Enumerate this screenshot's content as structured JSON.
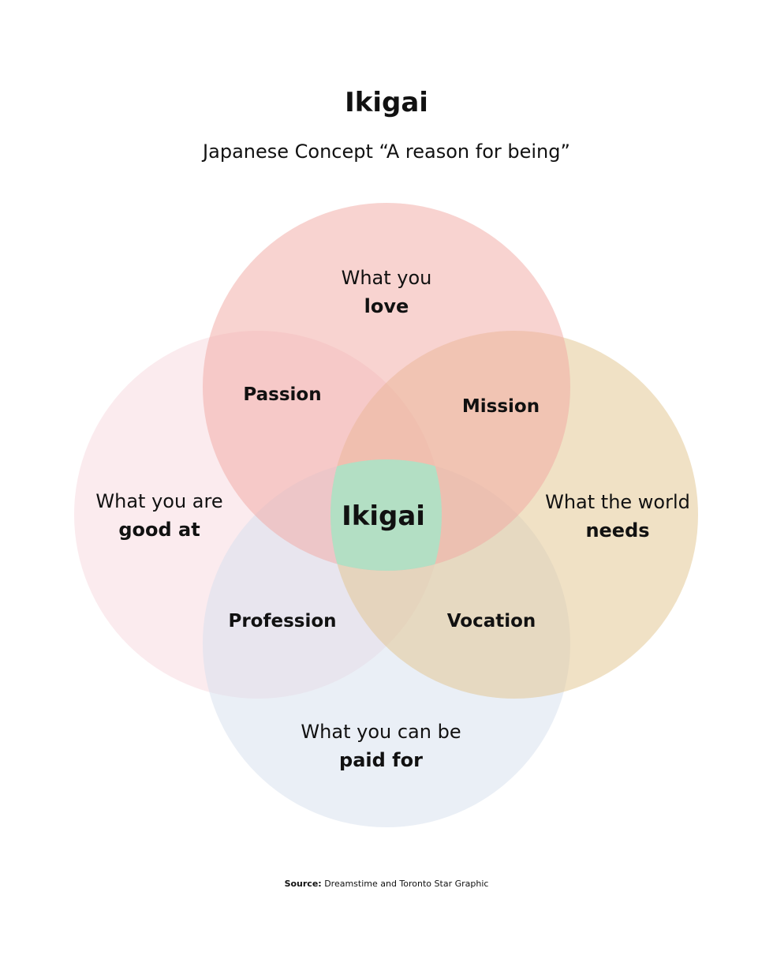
{
  "title": "Ikigai",
  "subtitle": "Japanese Concept “A reason for being”",
  "circles": {
    "love": {
      "line1": "What you",
      "line2": "love",
      "color": "#f1a8a1"
    },
    "good_at": {
      "line1": "What you are",
      "line2": "good at",
      "color": "#f7d3da"
    },
    "world_needs": {
      "line1": "What the world",
      "line2": "needs",
      "color": "#e2c38b"
    },
    "paid_for": {
      "line1": "What you can be",
      "line2": "paid for",
      "color": "#d5e0ee"
    }
  },
  "overlaps": {
    "passion": "Passion",
    "mission": "Mission",
    "profession": "Profession",
    "vocation": "Vocation"
  },
  "center": {
    "label": "Ikigai",
    "color": "#b3dfc4"
  },
  "source": {
    "label": "Source:",
    "text": "Dreamstime and Toronto Star Graphic"
  }
}
